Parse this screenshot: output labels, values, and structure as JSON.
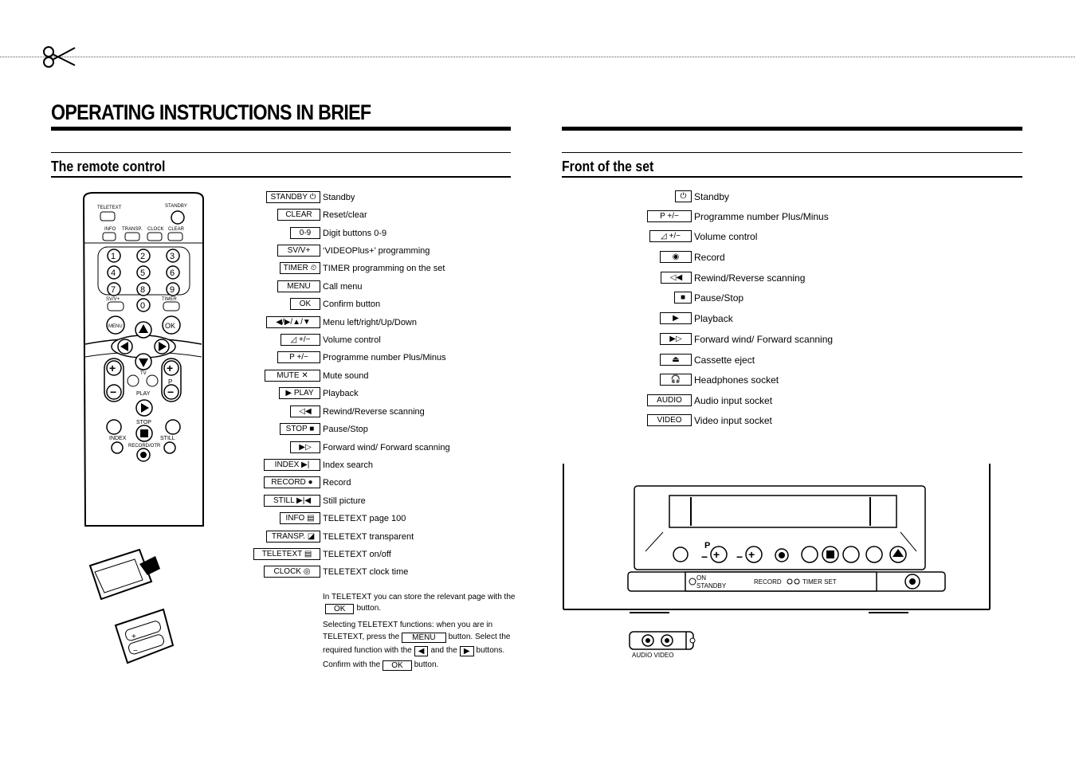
{
  "title": "OPERATING INSTRUCTIONS IN BRIEF",
  "remote": {
    "heading": "The remote control",
    "items": [
      {
        "key": "STANDBY ⏻",
        "desc": "Standby"
      },
      {
        "key": "CLEAR",
        "desc": "Reset/clear"
      },
      {
        "key": "0-9",
        "desc": "Digit buttons 0-9"
      },
      {
        "key": "SV/V+",
        "desc": "‘VIDEOPlus+’ programming"
      },
      {
        "key": "TIMER ⏲",
        "desc": "TIMER programming on the set"
      },
      {
        "key": "MENU",
        "desc": "Call menu"
      },
      {
        "key": "OK",
        "desc": "Confirm button"
      },
      {
        "key": "◀/▶/▲/▼",
        "desc": "Menu left/right/Up/Down"
      },
      {
        "key": "◿ +/−",
        "desc": "Volume control"
      },
      {
        "key": "P +/−",
        "desc": "Programme number Plus/Minus"
      },
      {
        "key": "MUTE ✕",
        "desc": "Mute sound"
      },
      {
        "key": "▶ PLAY",
        "desc": "Playback"
      },
      {
        "key": "◁◀",
        "desc": "Rewind/Reverse scanning"
      },
      {
        "key": "STOP ■",
        "desc": "Pause/Stop"
      },
      {
        "key": "▶▷",
        "desc": "Forward wind/ Forward scanning"
      },
      {
        "key": "INDEX ▶|",
        "desc": "Index search"
      },
      {
        "key": "RECORD ●",
        "desc": "Record"
      },
      {
        "key": "STILL ▶|◀",
        "desc": "Still picture"
      },
      {
        "key": "INFO ▤",
        "desc": "TELETEXT page 100"
      },
      {
        "key": "TRANSP. ◪",
        "desc": "TELETEXT transparent"
      },
      {
        "key": "TELETEXT ▤",
        "desc": "TELETEXT on/off"
      },
      {
        "key": "CLOCK ◎",
        "desc": "TELETEXT clock time"
      }
    ],
    "note": {
      "l1": "In TELETEXT you can store the relevant page with the",
      "ok": "OK",
      "button": "button.",
      "l3": "Selecting TELETEXT functions: when you are in",
      "l4a": "TELETEXT, press the",
      "menu": "MENU",
      "l4b": "button. Select the",
      "l5a": "required function with the",
      "left": "◀",
      "and": "and the",
      "right": "▶",
      "buttons": "buttons.",
      "l6a": "Confirm with the",
      "ok2": "OK",
      "button2": "button."
    }
  },
  "remote_labels": {
    "teletext": "TELETEXT",
    "standby": "STANDBY",
    "info": "INFO",
    "transp": "TRANSP.",
    "clock": "CLOCK",
    "clear": "CLEAR",
    "d1": "1",
    "d2": "2",
    "d3": "3",
    "d4": "4",
    "d5": "5",
    "d6": "6",
    "d7": "7",
    "d8": "8",
    "d9": "9",
    "d0": "0",
    "svv": "SV/V+",
    "timer": "TIMER",
    "menu": "MENU",
    "ok": "OK",
    "p": "P",
    "tv": "TV",
    "play": "PLAY",
    "stop": "STOP",
    "index": "INDEX",
    "still": "STILL",
    "recordotr": "RECORD/OTR"
  },
  "front": {
    "heading": "Front of the set",
    "items": [
      {
        "key": "⏻",
        "desc": "Standby"
      },
      {
        "key": "P +/−",
        "desc": "Programme number Plus/Minus"
      },
      {
        "key": "◿ +/−",
        "desc": "Volume control"
      },
      {
        "key": "◉",
        "desc": "Record"
      },
      {
        "key": "◁◀",
        "desc": "Rewind/Reverse scanning"
      },
      {
        "key": "■",
        "desc": "Pause/Stop"
      },
      {
        "key": "▶",
        "desc": "Playback"
      },
      {
        "key": "▶▷",
        "desc": "Forward wind/ Forward scanning"
      },
      {
        "key": "⏏",
        "desc": "Cassette eject"
      },
      {
        "key": "🎧",
        "desc": "Headphones socket"
      },
      {
        "key": "AUDIO",
        "desc": "Audio input socket"
      },
      {
        "key": "VIDEO",
        "desc": "Video input socket"
      }
    ]
  },
  "front_labels": {
    "on": "ON",
    "standby": "STANDBY",
    "record": "RECORD",
    "timer_set": "TIMER SET",
    "p": "P",
    "audio_video": "AUDIO VIDEO"
  }
}
